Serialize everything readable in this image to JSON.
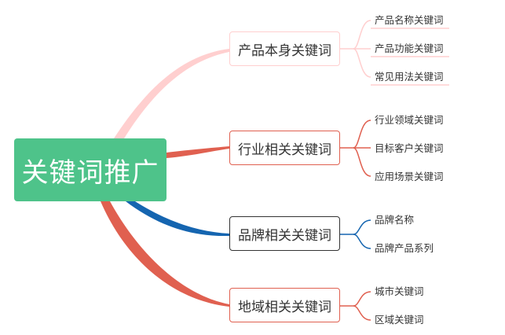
{
  "root": {
    "label": "关键词推广",
    "color": "#4ec38a"
  },
  "branches": [
    {
      "label": "产品本身关键词",
      "color": "#ffcfcf",
      "children": [
        "产品名称关键词",
        "产品功能关键词",
        "常见用法关键词"
      ]
    },
    {
      "label": "行业相关关键词",
      "color": "#e06050",
      "children": [
        "行业领域关键词",
        "目标客户关键词",
        "应用场景关键词"
      ]
    },
    {
      "label": "品牌相关关键词",
      "color": "#1565b0",
      "children": [
        "品牌名称",
        "品牌产品系列"
      ]
    },
    {
      "label": "地域相关关键词",
      "color": "#e06050",
      "children": [
        "城市关键词",
        "区域关键词"
      ]
    }
  ]
}
